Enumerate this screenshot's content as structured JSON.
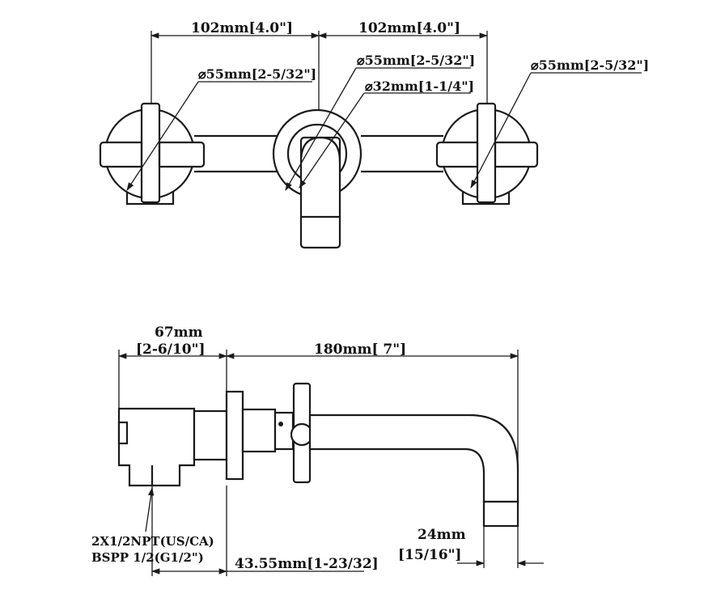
{
  "top_view": {
    "dim_spacing_left": "102mm[4.0\"]",
    "dim_spacing_right": "102mm[4.0\"]",
    "dim_left_handle_dia": "⌀55mm[2-5/32\"]",
    "dim_spout_plate_dia": "⌀55mm[2-5/32\"]",
    "dim_spout_dia": "⌀32mm[1-1/4\"]",
    "dim_right_handle_dia": "⌀55mm[2-5/32\"]"
  },
  "side_view": {
    "dim_body_depth_mm": "67mm",
    "dim_body_depth_in": "[2-6/10\"]",
    "dim_spout_reach": "180mm[ 7\"]",
    "dim_outlet_mm": "24mm",
    "dim_outlet_in": "[15/16\"]",
    "dim_wall_offset": "43.55mm[1-23/32]",
    "connection_note_line1": "2X1/2NPT(US/CA)",
    "connection_note_line2": "BSPP 1/2(G1/2\")"
  },
  "colors": {
    "line": "#1a1a1a",
    "background": "#ffffff"
  }
}
